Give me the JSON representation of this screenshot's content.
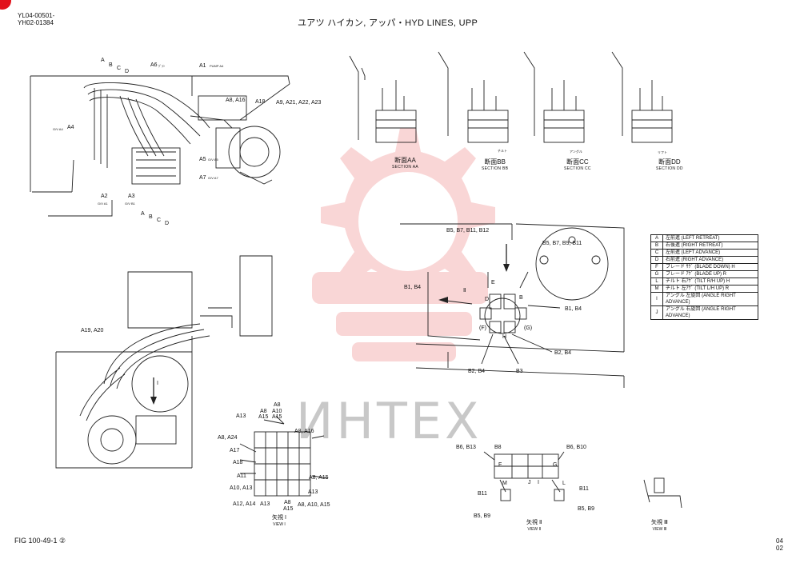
{
  "header": {
    "part_range_1": "YL04-00501-",
    "part_range_2": "YH02-01384",
    "title": "ユアツ ハイカン, アッパ・HYD LINES, UPP"
  },
  "footer": {
    "figure_ref": "FIG 100-49-1 ②",
    "page_1": "04",
    "page_2": "02"
  },
  "watermark": {
    "text": "ИНТЕХ"
  },
  "top_left_labels": {
    "abcd": [
      "A",
      "B",
      "C",
      "D"
    ],
    "a1": "A1",
    "a1_sub": "PUMP A4",
    "a6": "A6",
    "a6_sub": "ｸﾞﾗﾝ",
    "a8_a16": "A8, A16",
    "a18": "A18",
    "a9_list": "A9, A21, A22, A23",
    "a4": "A4",
    "a4_sub": "G/V A4",
    "a5": "A5",
    "a5_sub": "G/V A5",
    "a7": "A7",
    "a7_sub": "G/V A7",
    "a2": "A2",
    "a2_sub": "G/V A1",
    "a3": "A3",
    "a3_sub": "G/V B1",
    "abcd_bottom": [
      "A",
      "B",
      "C",
      "D"
    ]
  },
  "sections": [
    {
      "jp": "断面AA",
      "en": "SECTION AA",
      "sub": ""
    },
    {
      "jp": "断面BB",
      "en": "SECTION BB",
      "sub": "チルト"
    },
    {
      "jp": "断面CC",
      "en": "SECTION CC",
      "sub": "アングル"
    },
    {
      "jp": "断面DD",
      "en": "SECTION DD",
      "sub": "リフト"
    }
  ],
  "center_right_labels": {
    "b5_b7_b11_b12": "B5, B7, B11, B12",
    "b5_b7_b9_b11": "B5, B7, B9, B11",
    "b1_b4_left": "B1, B4",
    "b1_b4_right": "B1, B4",
    "b2_b4_right": "B2, B4",
    "b2_b4_left": "B2, B4",
    "b3": "B3",
    "port_e": "E",
    "port_d": "D",
    "port_b": "B",
    "port_f": "(F)",
    "port_g": "(G)",
    "port_h": "H",
    "port_ii": "Ⅱ"
  },
  "legend": [
    {
      "key": "A",
      "text": "左前進 (LEFT RETREAT)"
    },
    {
      "key": "B",
      "text": "右後進 (RIGHT RETREAT)"
    },
    {
      "key": "C",
      "text": "左前進 (LEFT ADVANCE)"
    },
    {
      "key": "D",
      "text": "右前進 (RIGHT ADVANCE)"
    },
    {
      "key": "F",
      "text": "ブレード ｻｹﾞ (BLADE DOWN)  H"
    },
    {
      "key": "G",
      "text": "ブレード ｱｹﾞ (BLADE UP)  R"
    },
    {
      "key": "L",
      "text": "チルト 右ｱｹﾞ (TILT R/H UP)  H"
    },
    {
      "key": "M",
      "text": "チルト 左ｱｹﾞ (TILT L/H UP)  R"
    },
    {
      "key": "I",
      "text": "アングル 左旋回 (ANGLE RIGHT ADVANCE)"
    },
    {
      "key": "J",
      "text": "アングル 右旋回 (ANGLE RIGHT ADVANCE)"
    }
  ],
  "bottom_left_labels": {
    "a19_a20": "A19, A20",
    "arrow_i": "I"
  },
  "view_i_labels": {
    "a8_top": "A8",
    "a10_top": "A10",
    "a15_top": "A15",
    "a8_second": "A8",
    "a15_second": "A15",
    "a13_top": "A13",
    "a8_a16": "A8, A16",
    "a8_a24": "A8, A24",
    "a17": "A17",
    "a18": "A18",
    "a11": "A11",
    "a8_a15": "A8, A15",
    "a10_a13": "A10, A13",
    "a13_right": "A13",
    "a12_a14": "A12, A14",
    "a13_bottom": "A13",
    "a8_bottom": "A8",
    "a15_bottom": "A15",
    "a8_a10_a15": "A8, A10, A15",
    "view_jp": "矢視 I",
    "view_en": "VIEW I"
  },
  "view_ii_labels": {
    "b6_b13": "B6, B13",
    "b8": "B8",
    "b6_b10": "B6, B10",
    "f": "F",
    "g": "G",
    "m": "M",
    "j": "J",
    "i": "I",
    "l": "L",
    "b11_left": "B11",
    "b11_right": "B11",
    "b5_b9_left": "B5, B9",
    "b5_b9_right": "B5, B9",
    "view_jp": "矢視 Ⅱ",
    "view_en": "VIEW Ⅱ"
  },
  "view_iii_labels": {
    "view_jp": "矢視 Ⅲ",
    "view_en": "VIEW Ⅲ"
  },
  "colors": {
    "ink": "#1a1a1a",
    "watermark": "#e84a4a",
    "brand_dot": "#e2121b"
  }
}
